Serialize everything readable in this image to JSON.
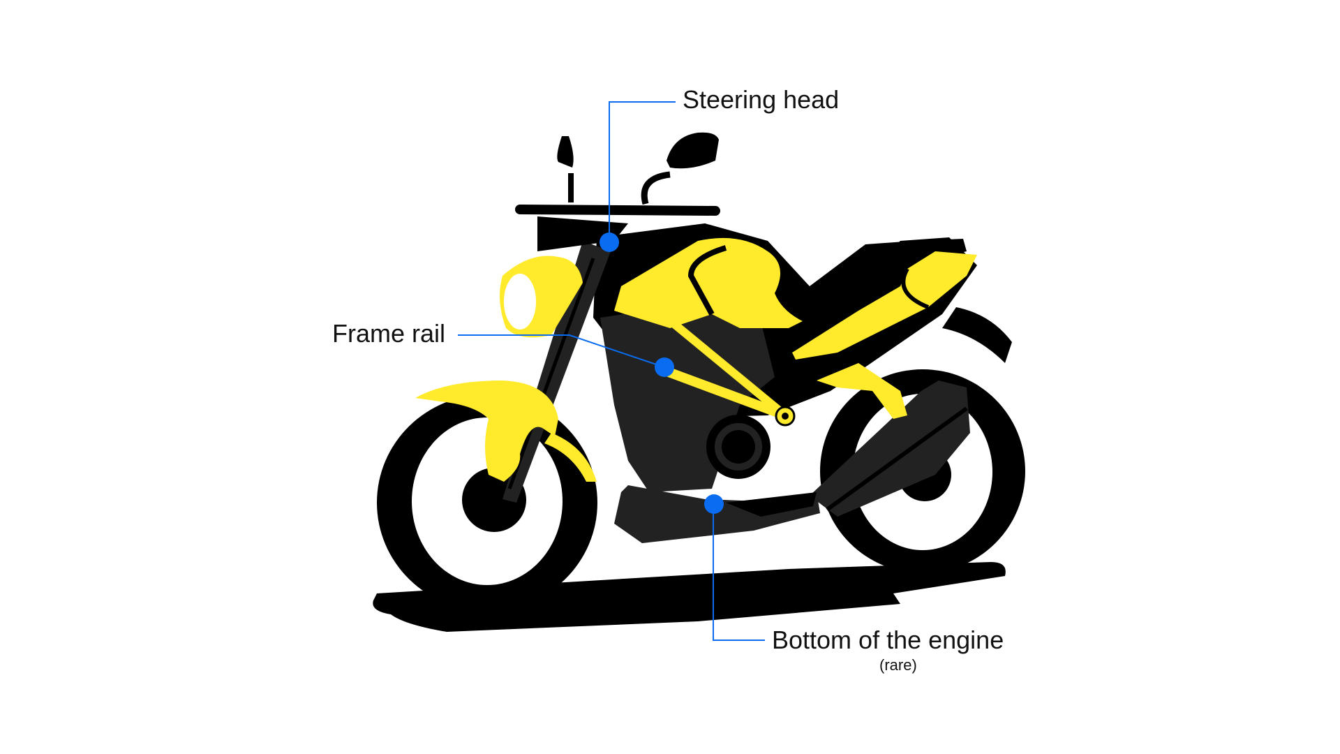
{
  "callouts": [
    {
      "id": "steering-head",
      "label": "Steering head",
      "note": ""
    },
    {
      "id": "frame-rail",
      "label": "Frame rail",
      "note": ""
    },
    {
      "id": "bottom-of-engine",
      "label": "Bottom of the engine",
      "note": "(rare)"
    }
  ],
  "colors": {
    "body": "#FFEA2B",
    "outline": "#000000",
    "dark_gray": "#222222",
    "marker": "#0A6CF0",
    "leader_line": "#0A6CF0",
    "background": "#FFFFFF"
  },
  "icons": {
    "illustration": "motorcycle-illustration",
    "marker": "location-dot"
  }
}
